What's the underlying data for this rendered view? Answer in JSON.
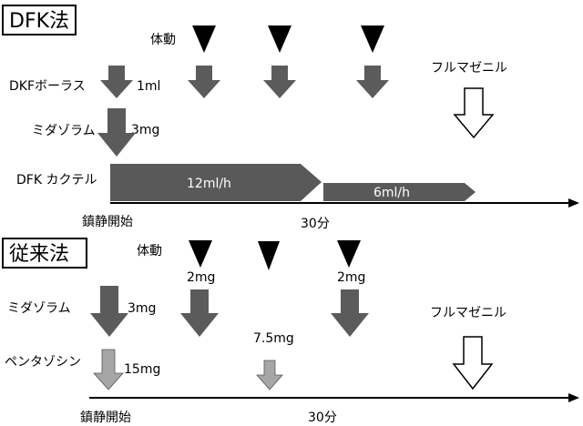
{
  "dfk": {
    "title": "DFK法",
    "body_motion": "体動",
    "bolus_label": "DKFボーラス",
    "bolus_dose": "1ml",
    "midazolam_label": "ミダゾラム",
    "midazolam_dose": "3mg",
    "cocktail_label": "DFK カクテル",
    "rate1": "12ml/h",
    "rate2": "6ml/h",
    "flumazenil": "フルマゼニル",
    "start_label": "鎮静開始",
    "time_label": "30分"
  },
  "conventional": {
    "title": "従来法",
    "body_motion": "体動",
    "midazolam_label": "ミダゾラム",
    "midazolam_dose": "3mg",
    "pentazocine_label": "ペンタゾシン",
    "pentazocine_dose": "15mg",
    "dose_2mg_a": "2mg",
    "dose_2mg_b": "2mg",
    "dose_7_5mg": "7.5mg",
    "flumazenil": "フルマゼニル",
    "start_label": "鎮静開始",
    "time_label": "30分"
  },
  "colors": {
    "dark_arrow": "#5b5b5b",
    "light_arrow": "#a6a6a6",
    "band": "#595959",
    "black": "#000000"
  }
}
